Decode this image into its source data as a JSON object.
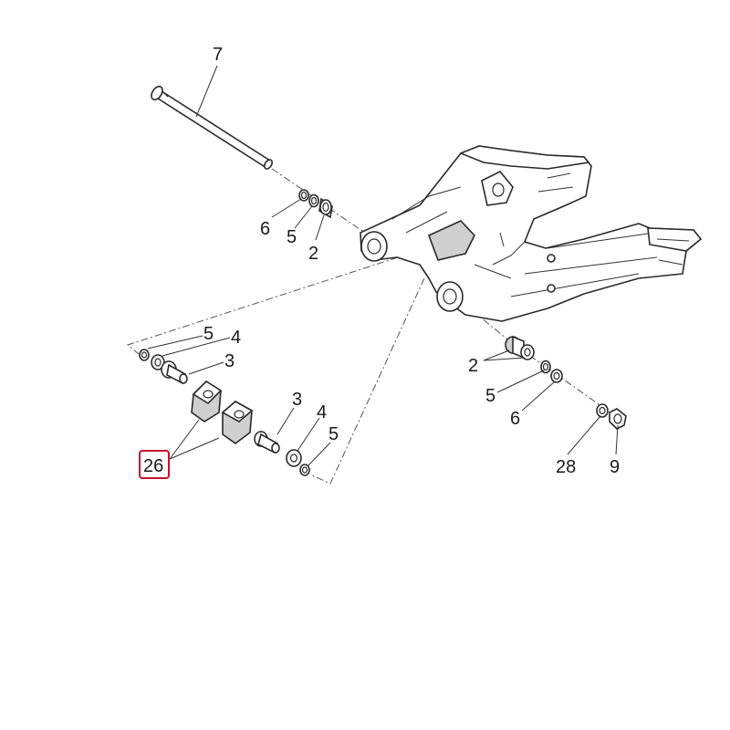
{
  "callouts": {
    "axle": "7",
    "left_bushing": "2",
    "left_washer": "5",
    "left_seal": "6",
    "right_bushing": "2",
    "right_washer": "5",
    "right_seal": "6",
    "washer_28": "28",
    "nut_9": "9",
    "top_ring": "5",
    "top_washer": "4",
    "top_pin": "3",
    "bottom_pin": "3",
    "bottom_washer": "4",
    "bottom_ring": "5",
    "selected_part": "26"
  },
  "colors": {
    "highlight": "#c8102e",
    "line": "#2a2a2a"
  }
}
